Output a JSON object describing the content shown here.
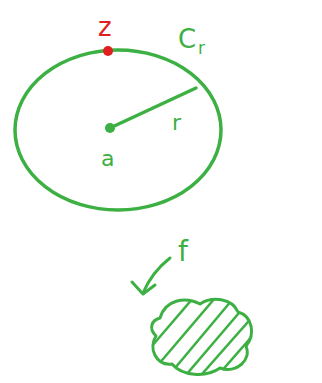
{
  "diagram": {
    "labels": [
      "z",
      "C",
      "r",
      "r",
      "a",
      "f"
    ]
  }
}
